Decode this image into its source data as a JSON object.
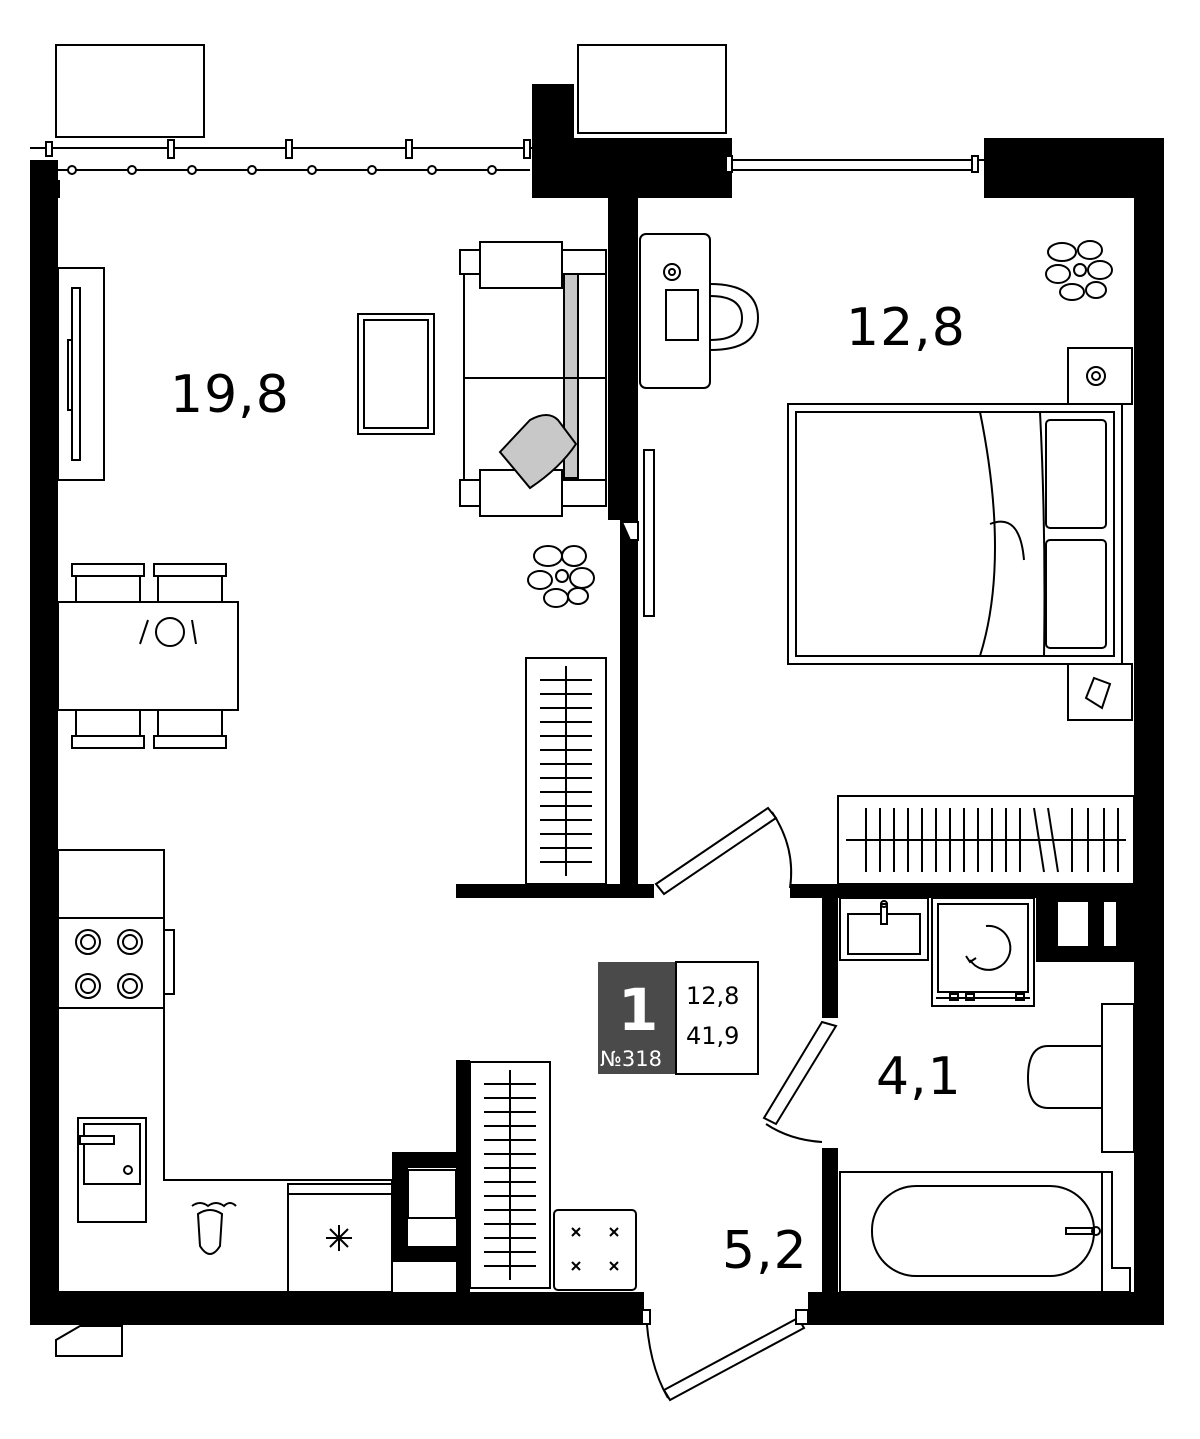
{
  "plan": {
    "rooms": [
      {
        "id": "living-kitchen",
        "area": "19,8"
      },
      {
        "id": "bedroom",
        "area": "12,8"
      },
      {
        "id": "bathroom",
        "area": "4,1"
      },
      {
        "id": "hallway",
        "area": "5,2"
      }
    ],
    "badge": {
      "rooms_count": "1",
      "apartment_number": "№318",
      "living_area": "12,8",
      "total_area": "41,9"
    },
    "colors": {
      "wall": "#000000",
      "badge_background": "#4a4a4a",
      "accent_gray": "#c8c8c8"
    }
  }
}
